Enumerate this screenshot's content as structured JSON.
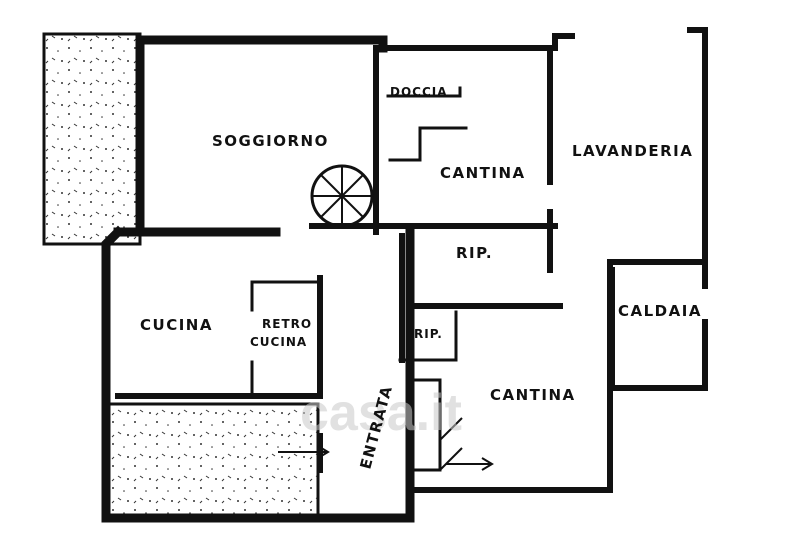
{
  "rooms": {
    "soggiorno": "SOGGIORNO",
    "doccia": "DOCCIA",
    "cantina_top": "CANTINA",
    "lavanderia": "LAVANDERIA",
    "rip_top": "RIP.",
    "cucina": "CUCINA",
    "retro_line1": "RETRO",
    "retro_line2": "CUCINA",
    "rip_small": "RIP.",
    "entrata": "ENTRATA",
    "caldaia": "CALDAIA",
    "cantina_bottom": "CANTINA"
  },
  "watermark": "casa.it",
  "icons": {
    "stair": "spiral-stair-icon",
    "arrow": "arrow-right-icon"
  }
}
